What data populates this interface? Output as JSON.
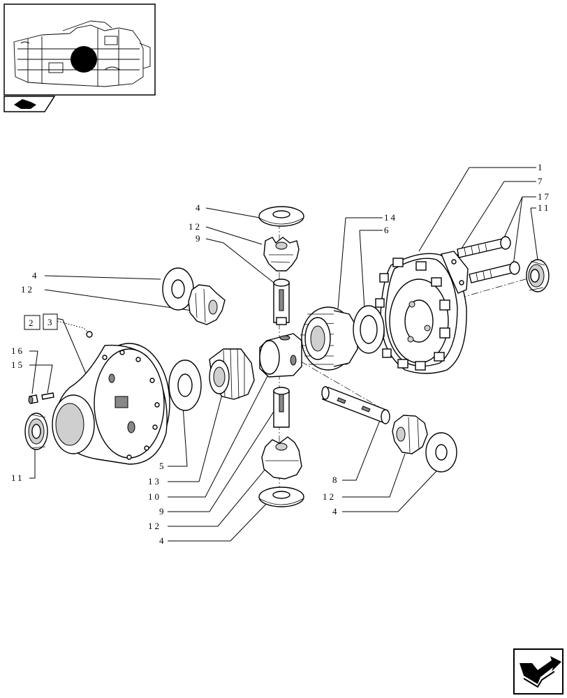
{
  "parts": {
    "p1": "1",
    "p7": "7",
    "p17": "17",
    "p11_right": "11",
    "p14": "14",
    "p6": "6",
    "p4_top": "4",
    "p12_top": "12",
    "p9_top": "9",
    "p4_left": "4",
    "p12_left": "12",
    "p2": "2",
    "p3": "3",
    "p16": "16",
    "p15": "15",
    "p11_left": "11",
    "p5": "5",
    "p13": "13",
    "p10": "10",
    "p9_bottom": "9",
    "p12_bottom": "12",
    "p4_bottom": "4",
    "p8": "8",
    "p12_right": "12",
    "p4_right": "4"
  },
  "icons": {
    "thumbnail": "assembly-location-thumbnail",
    "top_nav": "previous-page-arrow-icon",
    "bottom_nav": "next-page-arrow-icon"
  }
}
